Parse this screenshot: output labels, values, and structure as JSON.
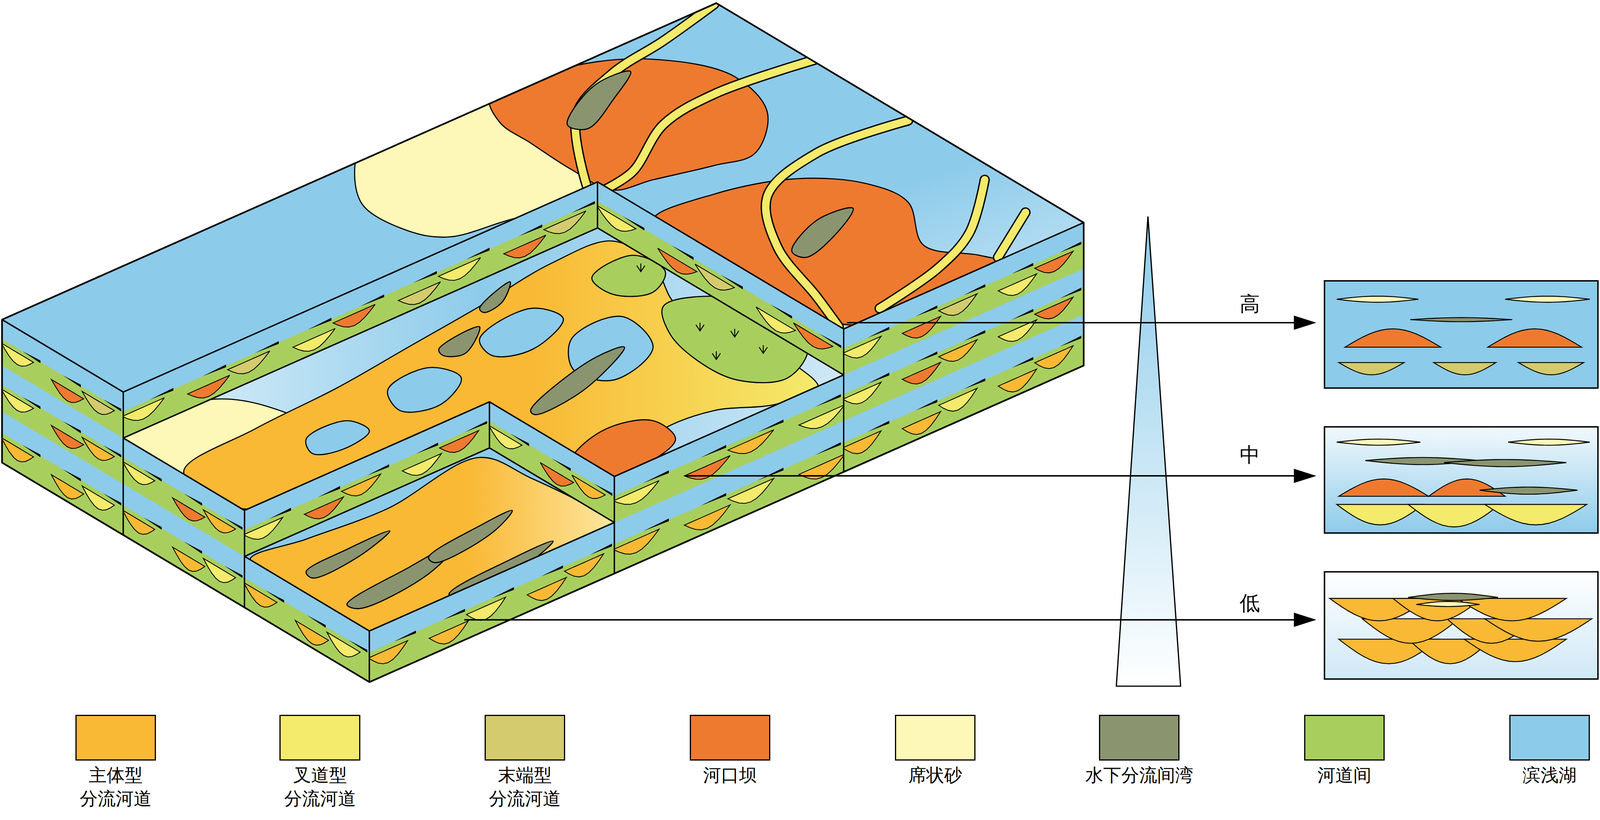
{
  "diagram": {
    "labels": [
      "高",
      "中",
      "低"
    ],
    "legend": [
      {
        "text": "主体型 分流河道",
        "color": "#F9B935"
      },
      {
        "text": "叉道型 分流河道",
        "color": "#F4EA6B"
      },
      {
        "text": "末端型 分流河道",
        "color": "#D3CB6E"
      },
      {
        "text": "河口坝",
        "color": "#EE7A30"
      },
      {
        "text": "席状砂",
        "color": "#FDF8B8"
      },
      {
        "text": "水下分流间湾",
        "color": "#8A9570"
      },
      {
        "text": "河道间",
        "color": "#A8CF5E"
      },
      {
        "text": "滨浅湖",
        "color": "#8DCBEA"
      }
    ]
  }
}
